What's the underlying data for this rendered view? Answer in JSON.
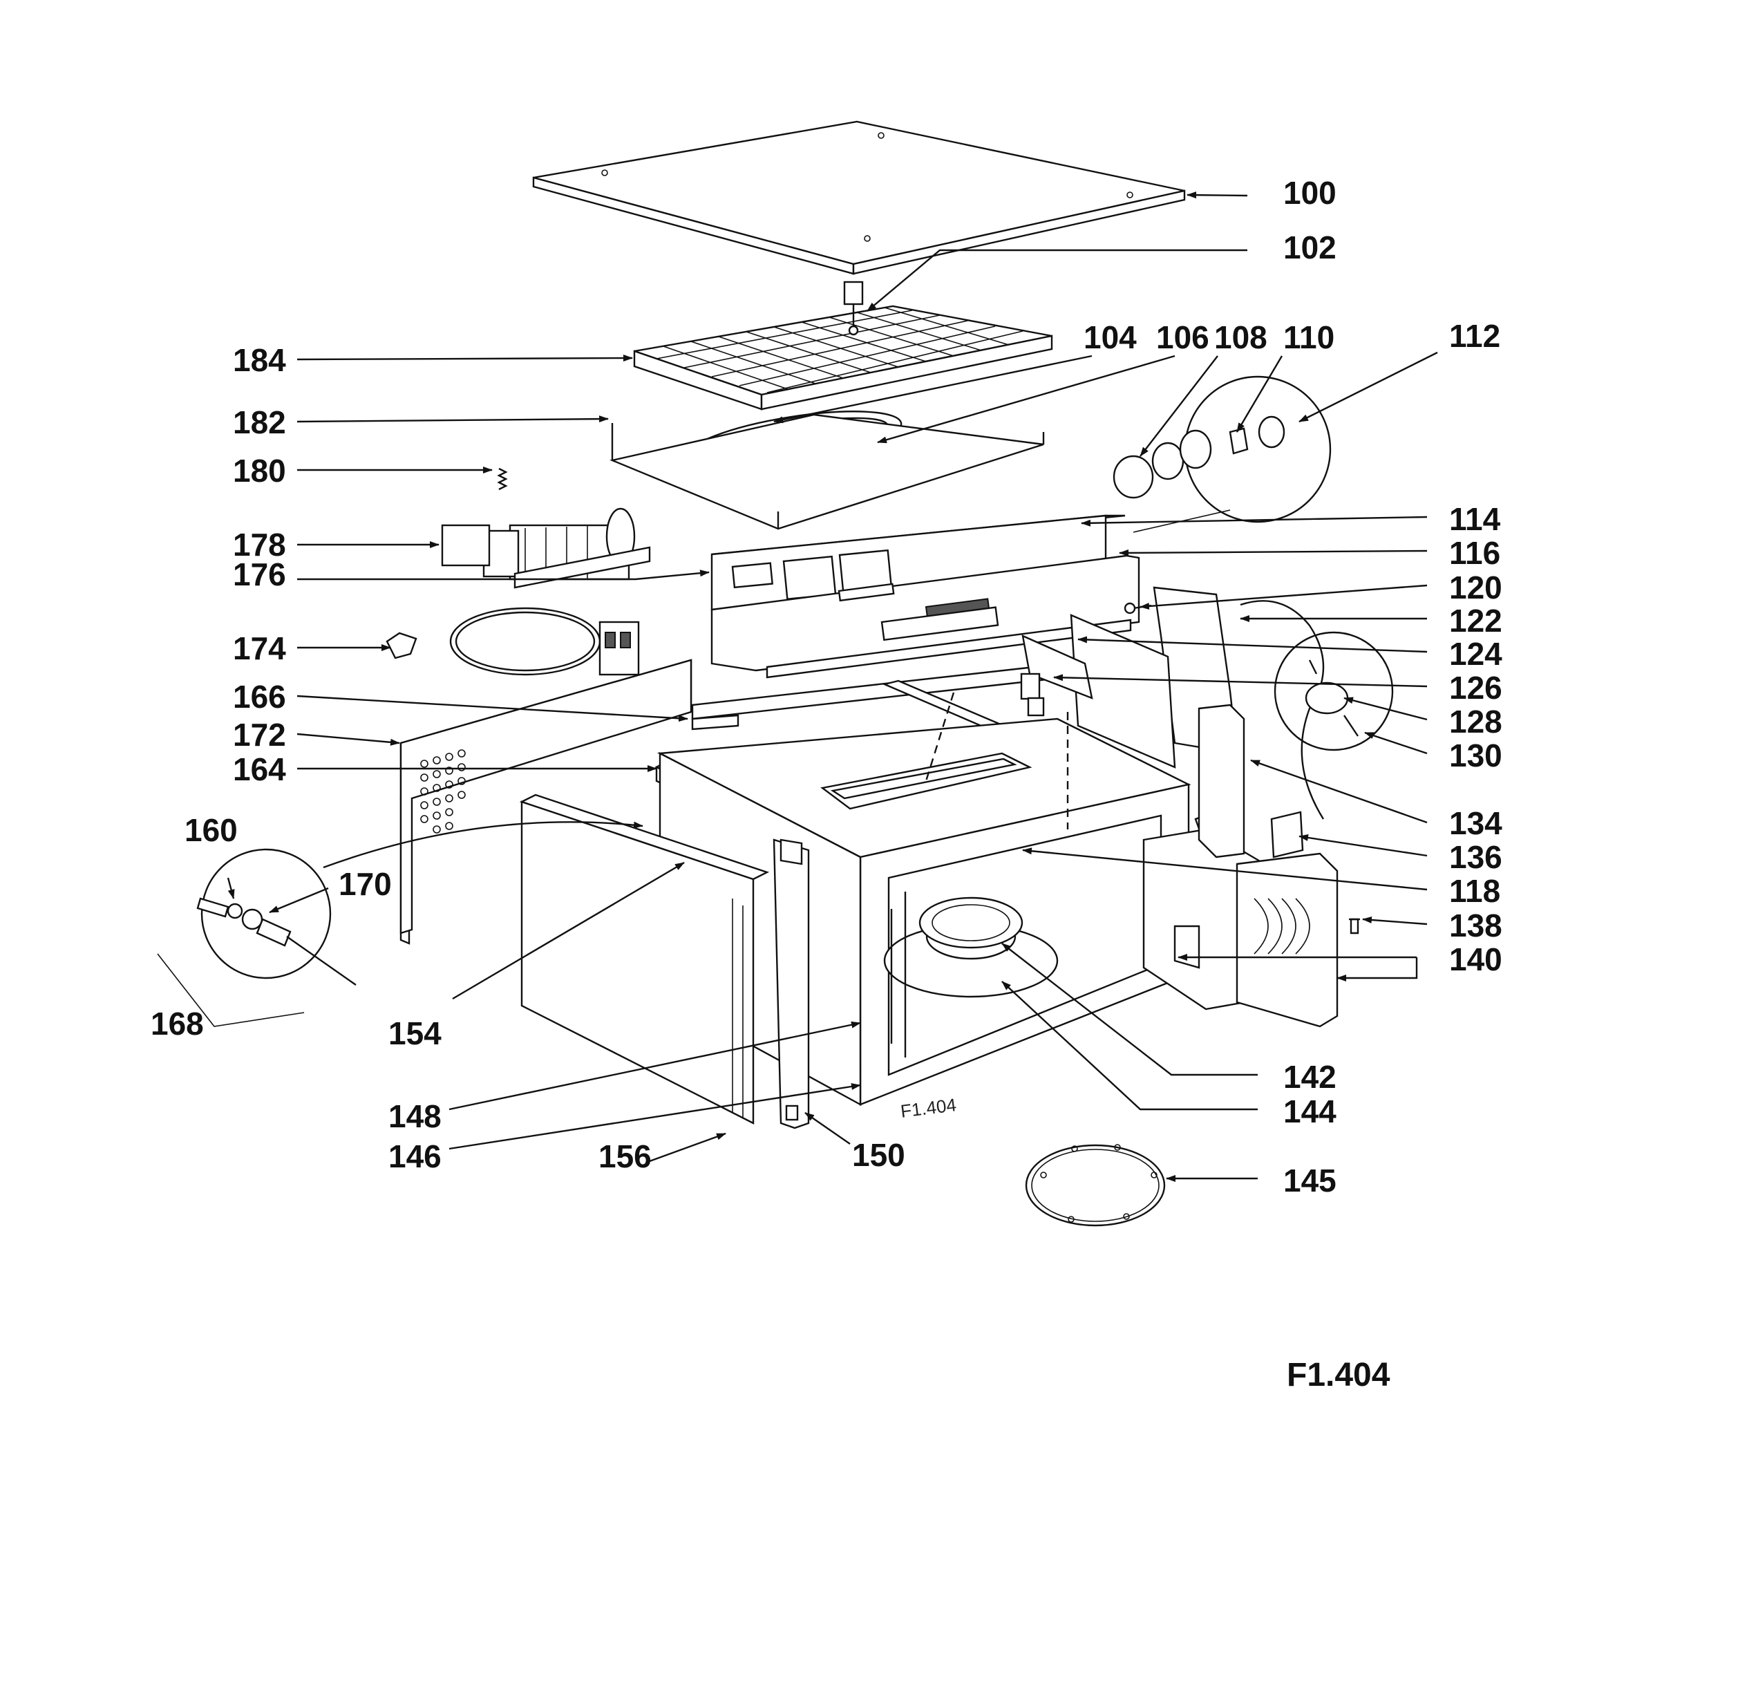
{
  "drawing": {
    "reference_small": "F1.404",
    "reference_large": "F1.404"
  },
  "parts": [
    {
      "id": "p100",
      "label": "100"
    },
    {
      "id": "p102",
      "label": "102"
    },
    {
      "id": "p104",
      "label": "104"
    },
    {
      "id": "p106",
      "label": "106"
    },
    {
      "id": "p108",
      "label": "108"
    },
    {
      "id": "p110",
      "label": "110"
    },
    {
      "id": "p112",
      "label": "112"
    },
    {
      "id": "p114",
      "label": "114"
    },
    {
      "id": "p116",
      "label": "116"
    },
    {
      "id": "p118",
      "label": "118"
    },
    {
      "id": "p120",
      "label": "120"
    },
    {
      "id": "p122",
      "label": "122"
    },
    {
      "id": "p124",
      "label": "124"
    },
    {
      "id": "p126",
      "label": "126"
    },
    {
      "id": "p128",
      "label": "128"
    },
    {
      "id": "p130",
      "label": "130"
    },
    {
      "id": "p134",
      "label": "134"
    },
    {
      "id": "p136",
      "label": "136"
    },
    {
      "id": "p138",
      "label": "138"
    },
    {
      "id": "p140",
      "label": "140"
    },
    {
      "id": "p142",
      "label": "142"
    },
    {
      "id": "p144",
      "label": "144"
    },
    {
      "id": "p145",
      "label": "145"
    },
    {
      "id": "p146",
      "label": "146"
    },
    {
      "id": "p148",
      "label": "148"
    },
    {
      "id": "p150",
      "label": "150"
    },
    {
      "id": "p154",
      "label": "154"
    },
    {
      "id": "p156",
      "label": "156"
    },
    {
      "id": "p160",
      "label": "160"
    },
    {
      "id": "p164",
      "label": "164"
    },
    {
      "id": "p166",
      "label": "166"
    },
    {
      "id": "p168",
      "label": "168"
    },
    {
      "id": "p170",
      "label": "170"
    },
    {
      "id": "p172",
      "label": "172"
    },
    {
      "id": "p174",
      "label": "174"
    },
    {
      "id": "p176",
      "label": "176"
    },
    {
      "id": "p178",
      "label": "178"
    },
    {
      "id": "p180",
      "label": "180"
    },
    {
      "id": "p182",
      "label": "182"
    },
    {
      "id": "p184",
      "label": "184"
    }
  ]
}
